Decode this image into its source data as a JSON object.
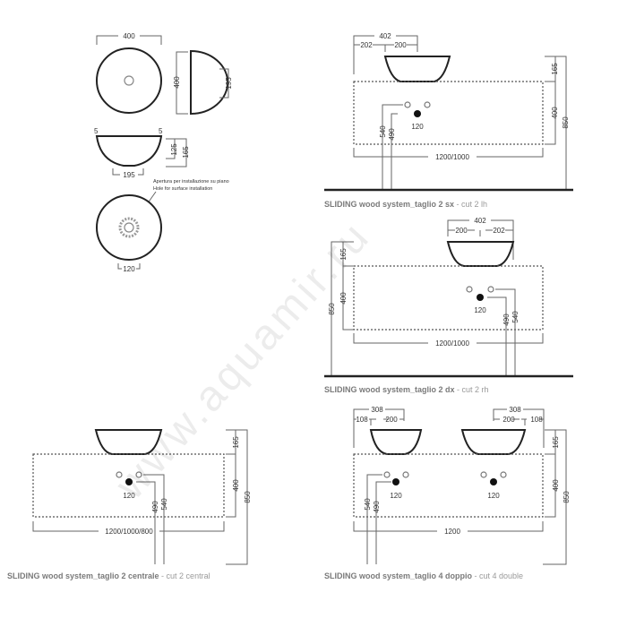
{
  "watermark": "www.aquamir.ru",
  "basin": {
    "top_width": "400",
    "side_height": "400",
    "side_depth": "195",
    "rim_left": "5",
    "rim_right": "5",
    "inner_height": "125",
    "total_height": "165",
    "base_width": "195",
    "note_it": "Apertura per installazione su piano",
    "note_en": "Hole for surface installation",
    "hole": "120"
  },
  "sx": {
    "w_total": "402",
    "w_left": "202",
    "w_right": "200",
    "h_basin": "165",
    "h_cabinet": "400",
    "h_total": "850",
    "width": "1200/1000",
    "hole": "120",
    "h540": "540",
    "h490": "490",
    "caption_main": "SLIDING wood system_taglio 2 sx",
    "caption_sub": " - cut 2 lh"
  },
  "dx": {
    "w_total": "402",
    "w_left": "200",
    "w_right": "202",
    "h_basin": "165",
    "h_cabinet": "400",
    "h_total": "850",
    "width": "1200/1000",
    "hole": "120",
    "h490": "490",
    "h540": "540",
    "caption_main": "SLIDING wood system_taglio 2 dx",
    "caption_sub": " - cut 2 rh"
  },
  "central": {
    "h_basin": "165",
    "h_cabinet": "400",
    "h_total": "850",
    "width": "1200/1000/800",
    "hole": "120",
    "h490": "490",
    "h540": "540",
    "caption_main": "SLIDING wood system_taglio 2 centrale",
    "caption_sub": " - cut 2 central"
  },
  "double": {
    "l_total": "308",
    "l_left": "108",
    "l_right": "200",
    "r_total": "308",
    "r_left": "200",
    "r_right": "108",
    "h_basin": "165",
    "h_cabinet": "400",
    "h_total": "850",
    "width": "1200",
    "hole_left": "120",
    "hole_right": "120",
    "h540": "540",
    "h490": "490",
    "caption_main": "SLIDING wood system_taglio 4 doppio",
    "caption_sub": " - cut 4 double"
  }
}
